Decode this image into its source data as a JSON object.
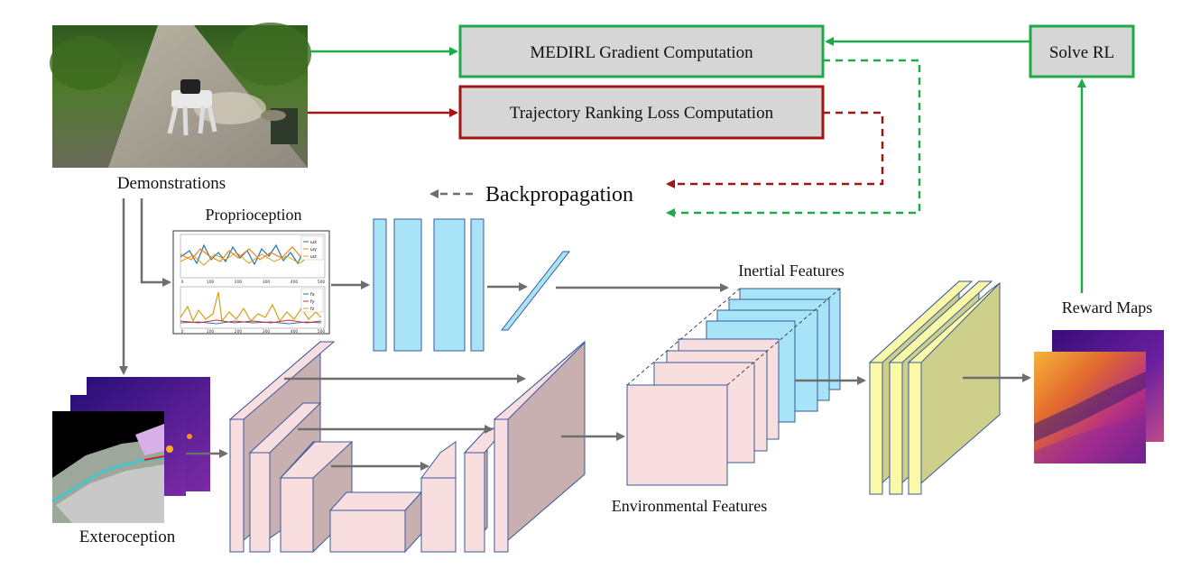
{
  "labels": {
    "demonstrations": "Demonstrations",
    "proprioception": "Proprioception",
    "exteroception": "Exteroception",
    "medirl_box": "MEDIRL Gradient Computation",
    "ranking_box": "Trajectory Ranking Loss Computation",
    "solve_rl": "Solve RL",
    "backprop": "Backpropagation",
    "inertial_features": "Inertial Features",
    "environmental_features": "Environmental Features",
    "reward_maps": "Reward Maps"
  },
  "plot_legend_top": [
    "ωx",
    "ωy",
    "ωz"
  ],
  "plot_legend_bottom": [
    "fx",
    "fy",
    "fz"
  ],
  "plot_ticks": [
    "0",
    "100",
    "200",
    "300",
    "400",
    "500"
  ],
  "colors": {
    "green": "#1faa4a",
    "red": "#a31414",
    "gray_arrow": "#6e6e6e",
    "cyan_block": "#a8e4f7",
    "pink_block": "#f8dede",
    "pink_dark": "#c9b0b0",
    "yellow_block": "#fbf8a8",
    "olive_block": "#cfcf8c",
    "box_fill": "#d6d6d6"
  }
}
